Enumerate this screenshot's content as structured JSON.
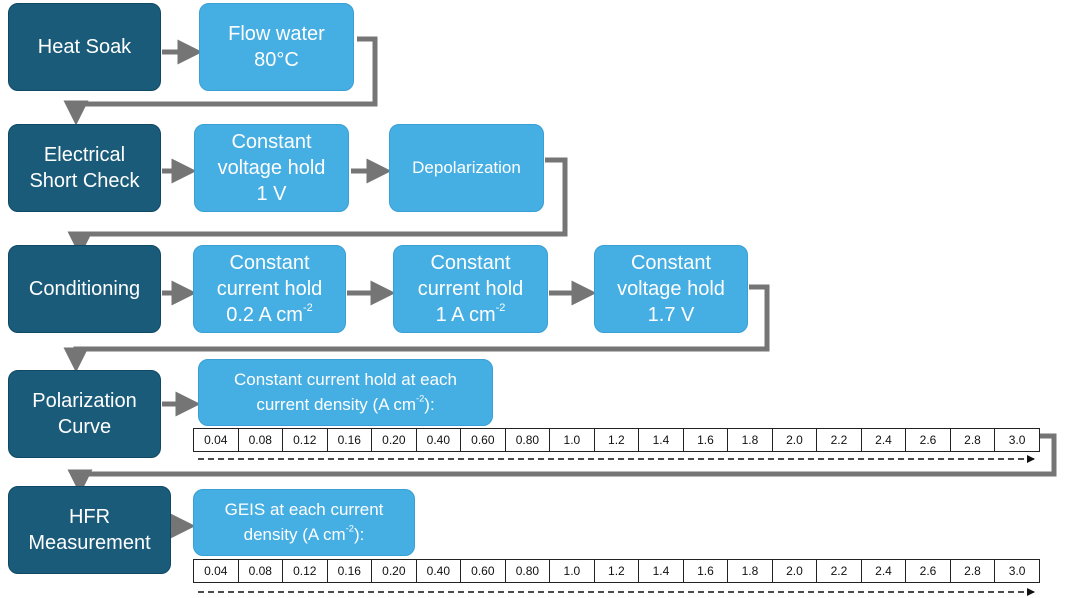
{
  "colors": {
    "dark_box": "#1a5b7a",
    "light_box": "#45aee3",
    "connector": "#757575"
  },
  "steps": {
    "heat_soak": {
      "label": "Heat Soak",
      "action": [
        "Flow water",
        "80°C"
      ]
    },
    "short_check": {
      "label": [
        "Electrical",
        "Short Check"
      ],
      "hold": [
        "Constant",
        "voltage hold",
        "1 V"
      ],
      "depol": "Depolarization"
    },
    "conditioning": {
      "label": "Conditioning",
      "hold1": {
        "l1": "Constant",
        "l2": "current hold",
        "l3": "0.2 A cm",
        "sup": "-2"
      },
      "hold2": {
        "l1": "Constant",
        "l2": "current hold",
        "l3": "1 A cm",
        "sup": "-2"
      },
      "hold3": [
        "Constant",
        "voltage hold",
        "1.7 V"
      ]
    },
    "polarization": {
      "label": [
        "Polarization",
        "Curve"
      ],
      "desc_l1": "Constant current hold at each",
      "desc_l2": "current density (A cm",
      "desc_sup": "-2",
      "desc_end": "):"
    },
    "hfr": {
      "label": [
        "HFR",
        "Measurement"
      ],
      "desc_l1": "GEIS at each current",
      "desc_l2": "density (A cm",
      "desc_sup": "-2",
      "desc_end": "):"
    }
  },
  "current_densities": [
    "0.04",
    "0.08",
    "0.12",
    "0.16",
    "0.20",
    "0.40",
    "0.60",
    "0.80",
    "1.0",
    "1.2",
    "1.4",
    "1.6",
    "1.8",
    "2.0",
    "2.2",
    "2.4",
    "2.6",
    "2.8",
    "3.0"
  ]
}
